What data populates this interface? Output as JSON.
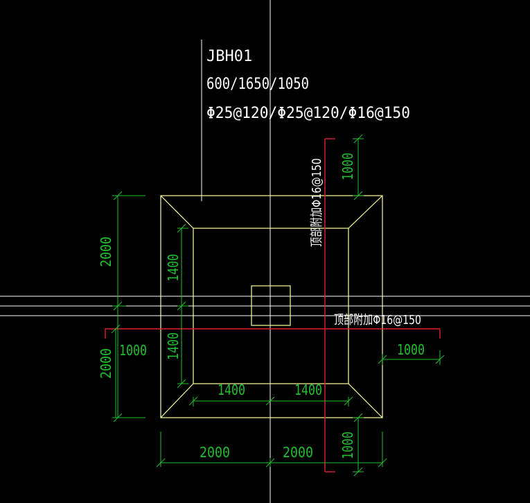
{
  "colors": {
    "background": "#000000",
    "structure": "#ffff99",
    "axis": "#ffffff",
    "dimension": "#1fbf2f",
    "rebar_line": "#e0202a",
    "label_text": "#ffffff"
  },
  "label": {
    "name": "JBH01",
    "heights": "600/1650/1050",
    "rebar": "Φ25@120/Φ25@120/Φ16@150"
  },
  "annotations": {
    "top_additional_vertical": "顶部附加Φ16@150",
    "top_additional_horizontal": "顶部附加Φ16@150"
  },
  "dimensions": {
    "left_outer_upper": "2000",
    "left_outer_lower": "2000",
    "left_inner_upper": "1400",
    "left_inner_lower": "1400",
    "left_red_extent": "1000",
    "bottom_outer_left": "2000",
    "bottom_outer_right": "2000",
    "bottom_inner_left": "1400",
    "bottom_inner_right": "1400",
    "right_red_extent": "1000",
    "top_red_extent": "1000",
    "bottom_red_extent": "1000"
  }
}
